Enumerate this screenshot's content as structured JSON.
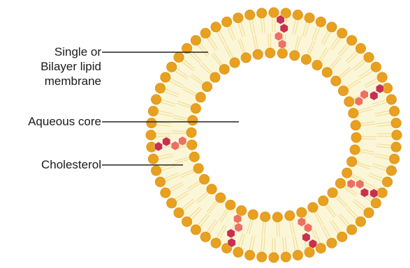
{
  "labels": {
    "membrane": [
      "Single or",
      "Bilayer lipid",
      "membrane"
    ],
    "core": "Aqueous core",
    "cholesterol": "Cholesterol"
  },
  "colors": {
    "lipid_head": "#E8A020",
    "lipid_head_edge": "#D48E10",
    "lipid_tail": "#F0DC92",
    "membrane_fill": "#FCF6D8",
    "cholesterol_dark": "#C8304C",
    "cholesterol_light": "#EE7060",
    "leader_line": "#222222"
  },
  "icons": {
    "lipid": "phospholipid-head-with-tails",
    "cholesterol": "cholesterol-molecule"
  },
  "cholesterol_angles_deg": [
    -86,
    -23,
    31,
    71,
    112,
    175
  ]
}
